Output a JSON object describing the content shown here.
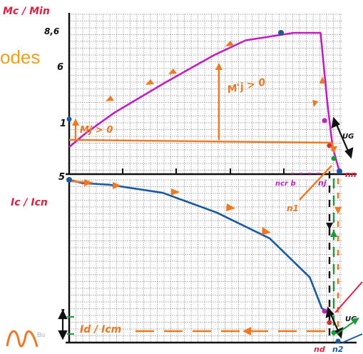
{
  "top_graph": {
    "ylabel": "Mc / Min",
    "y_ticks": [
      "8,6",
      "6",
      "1"
    ],
    "annotation_mj": "Mj > 0",
    "annotation_mj_prime": "M'j > 0",
    "annotation_ug": "UG",
    "x_labels": {
      "ncrit": "ncr b",
      "nj": "nj",
      "nn": "nn"
    },
    "curve": {
      "x": [
        0,
        0.6,
        1.7,
        3.6,
        5.4,
        6.6,
        8.4,
        9.4,
        9.65,
        9.85,
        10.1
      ],
      "y": [
        1,
        1.9,
        3.3,
        5.3,
        7.1,
        8.1,
        8.6,
        8.6,
        4,
        1,
        -0.6
      ]
    }
  },
  "bottom_graph": {
    "ylabel": "Ic / Icn",
    "y_ticks": [
      "5",
      "1"
    ],
    "annotation_ratio": "Id / Icm",
    "annotation_ug": "UG",
    "annotation_nd": "nd",
    "x_labels": {
      "n1": "n1",
      "n2": "n2"
    },
    "curve": {
      "x": [
        0,
        0.5,
        1.5,
        3.5,
        5.5,
        7.5,
        9.0,
        9.45,
        9.55
      ],
      "y": [
        5,
        4.9,
        4.85,
        4.6,
        4.0,
        3.2,
        2.0,
        1.05,
        1.0
      ]
    }
  },
  "watermark": "Bu",
  "overlay_text": "odes",
  "colors": {
    "magenta": "#c020c0",
    "orange": "#f07820",
    "blue": "#1a5aa0",
    "red": "#e02040",
    "green": "#1a9a3a",
    "black": "#111111",
    "grid": "#8a8a8a"
  }
}
